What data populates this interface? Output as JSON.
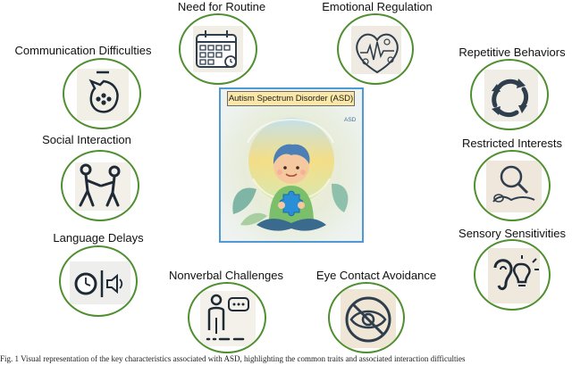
{
  "center": {
    "title": "Autism Spectrum Disorder (ASD)",
    "tag": "ASD"
  },
  "features": [
    {
      "id": "communication",
      "label": "Communication Difficulties",
      "icon": "speech-dots-icon"
    },
    {
      "id": "routine",
      "label": "Need for Routine",
      "icon": "calendar-icon"
    },
    {
      "id": "emotional",
      "label": "Emotional Regulation",
      "icon": "heart-pulse-icon"
    },
    {
      "id": "repetitive",
      "label": "Repetitive Behaviors",
      "icon": "cycle-arrows-icon"
    },
    {
      "id": "social",
      "label": "Social Interaction",
      "icon": "two-people-icon"
    },
    {
      "id": "restricted",
      "label": "Restricted Interests",
      "icon": "magnifier-icon"
    },
    {
      "id": "language",
      "label": "Language Delays",
      "icon": "clock-speaker-icon"
    },
    {
      "id": "sensory",
      "label": "Sensory Sensitivities",
      "icon": "ear-bulb-icon"
    },
    {
      "id": "nonverbal",
      "label": "Nonverbal Challenges",
      "icon": "person-speech-icon"
    },
    {
      "id": "eyecontact",
      "label": "Eye Contact Avoidance",
      "icon": "crossed-eye-icon"
    }
  ],
  "caption": "Fig. 1 Visual representation of the key characteristics associated with ASD, highlighting the common traits and associated interaction difficulties"
}
